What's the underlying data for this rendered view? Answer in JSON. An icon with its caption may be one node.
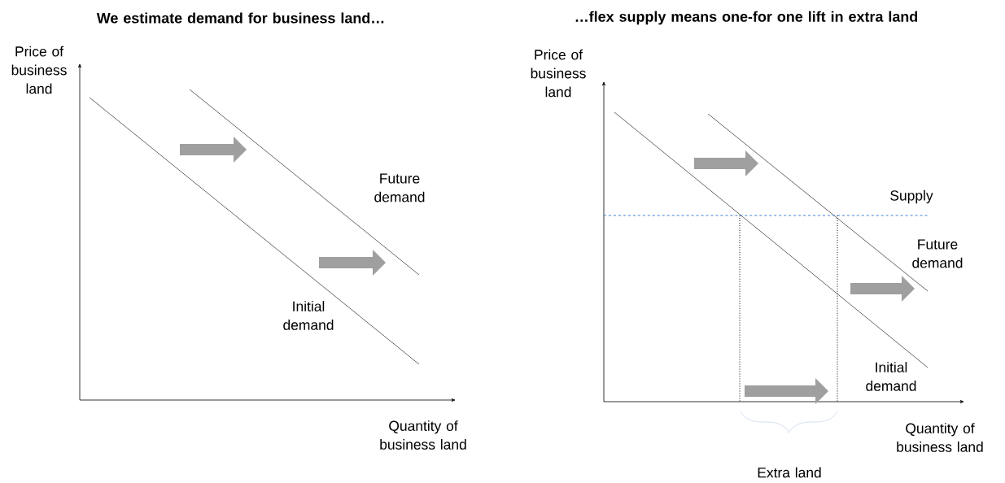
{
  "diagram": {
    "labels": [
      "We estimate demand for business land…",
      "…flex supply means one-for one lift in extra land",
      "Price of business land",
      "Future demand",
      "Initial demand",
      "Quantity of business land",
      "Price of business land",
      "Supply",
      "Future demand",
      "Initial demand",
      "Quantity of business land",
      "Extra land"
    ]
  }
}
